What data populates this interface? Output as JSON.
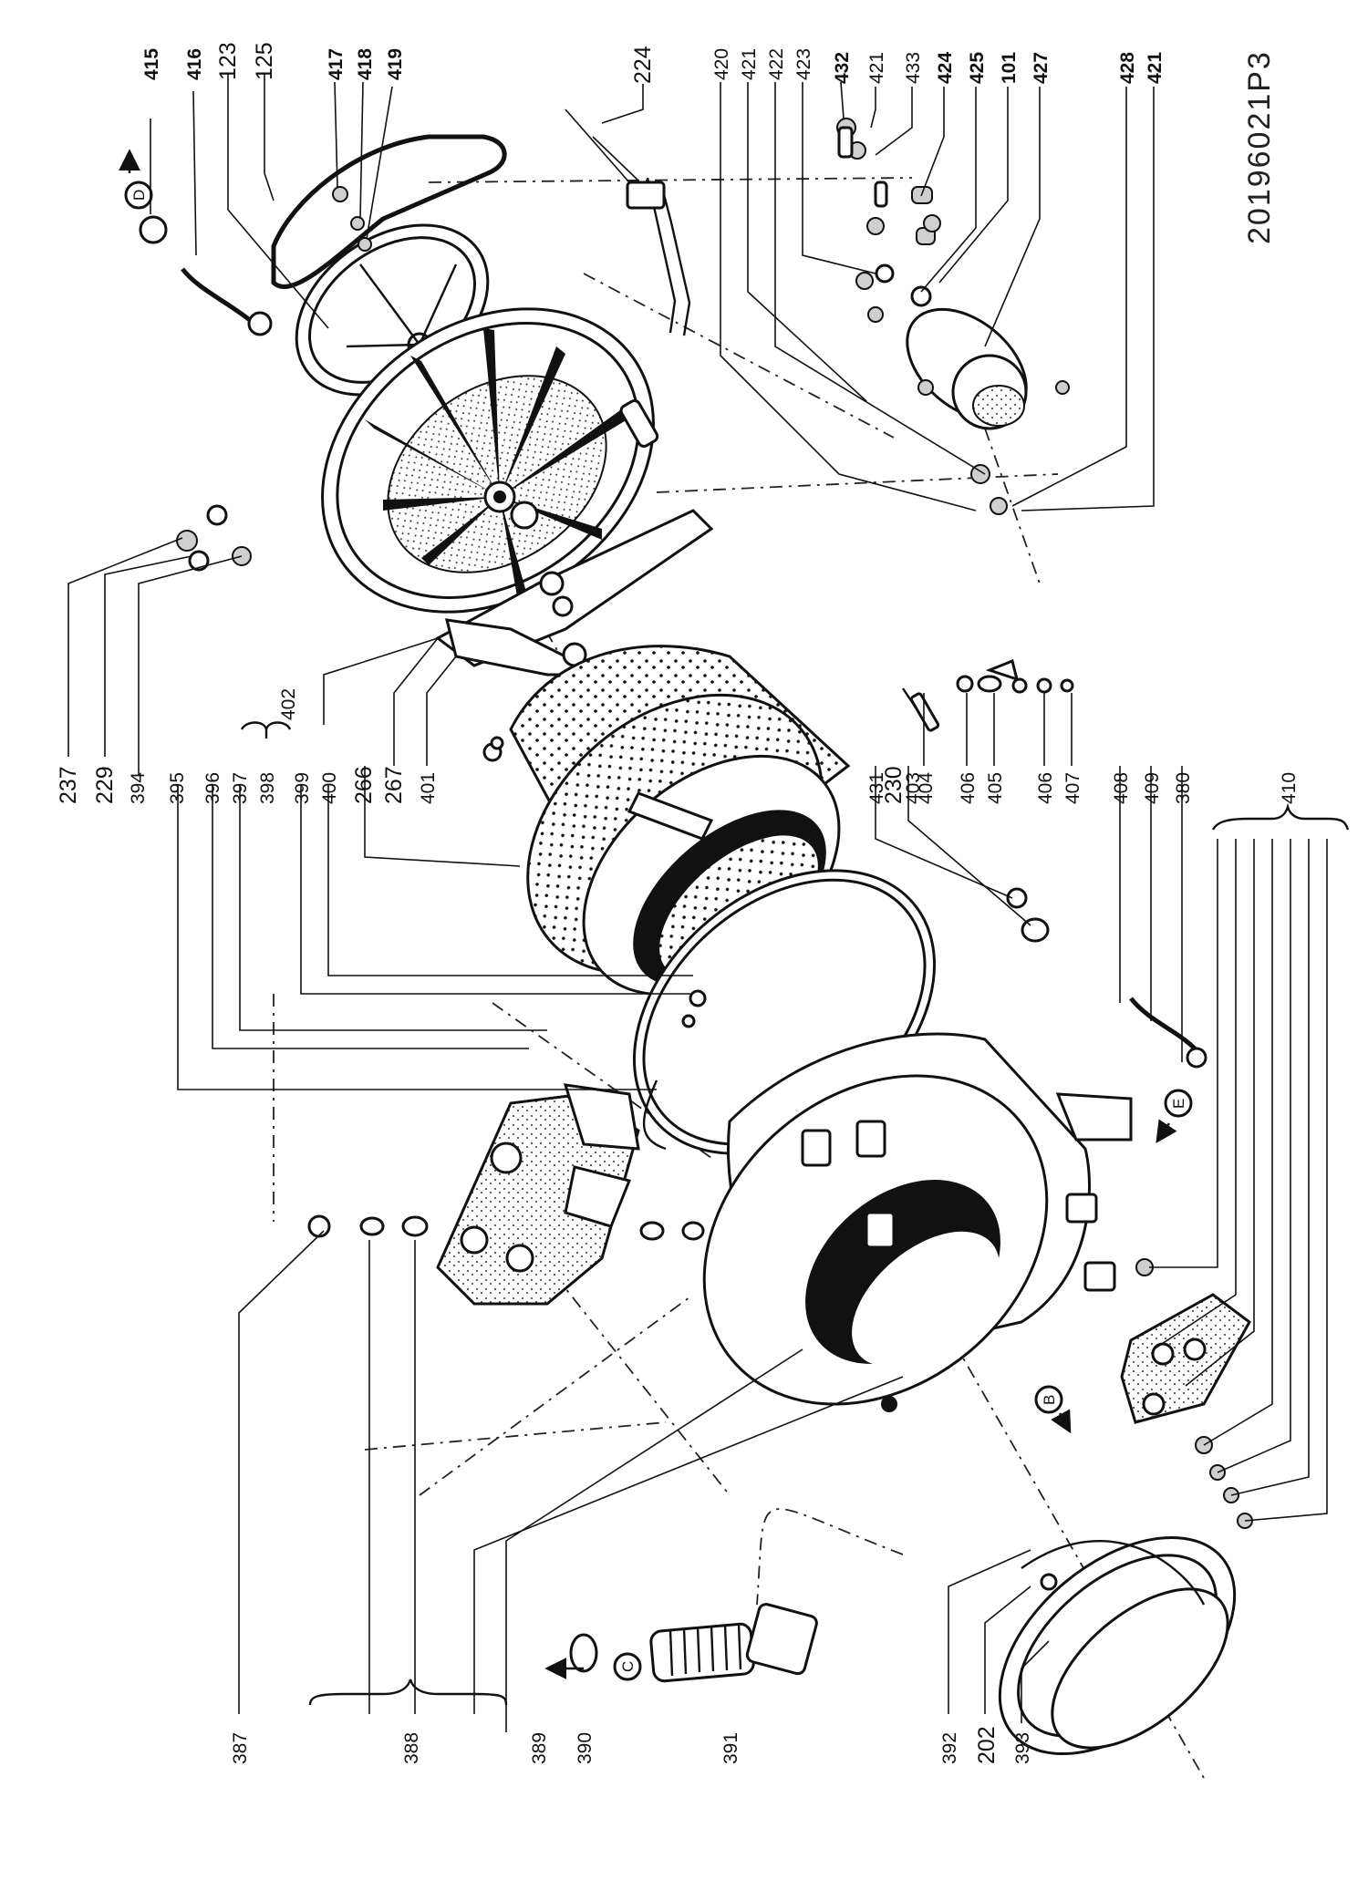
{
  "drawing_code": "20196021P3",
  "callouts": {
    "c415": "415",
    "c416": "416",
    "c123": "123",
    "c125": "125",
    "c417": "417",
    "c418": "418",
    "c419": "419",
    "c224": "224",
    "c420": "420",
    "c421a": "421",
    "c422": "422",
    "c423": "423",
    "c432": "432",
    "c421b": "421",
    "c433": "433",
    "c424": "424",
    "c425": "425",
    "c101": "101",
    "c427": "427",
    "c428": "428",
    "c421c": "421",
    "c237": "237",
    "c229": "229",
    "c394": "394",
    "c395": "395",
    "c396": "396",
    "c397": "397",
    "c398": "398",
    "c399": "399",
    "c400": "400",
    "c266": "266",
    "c267": "267",
    "c401": "401",
    "c402": "402",
    "c431": "431",
    "c230": "230",
    "c403": "403",
    "c404": "404",
    "c406a": "406",
    "c405": "405",
    "c406b": "406",
    "c407": "407",
    "c408": "408",
    "c409": "409",
    "c380": "380",
    "c410": "410",
    "c387": "387",
    "c388": "388",
    "c389": "389",
    "c390": "390",
    "c391": "391",
    "c392": "392",
    "c202": "202",
    "c393": "393"
  },
  "view_markers": {
    "b": "B",
    "c": "C",
    "d": "D",
    "e": "E"
  },
  "icons": {
    "view-arrow": "arrow-icon",
    "leader": "leader-line"
  }
}
